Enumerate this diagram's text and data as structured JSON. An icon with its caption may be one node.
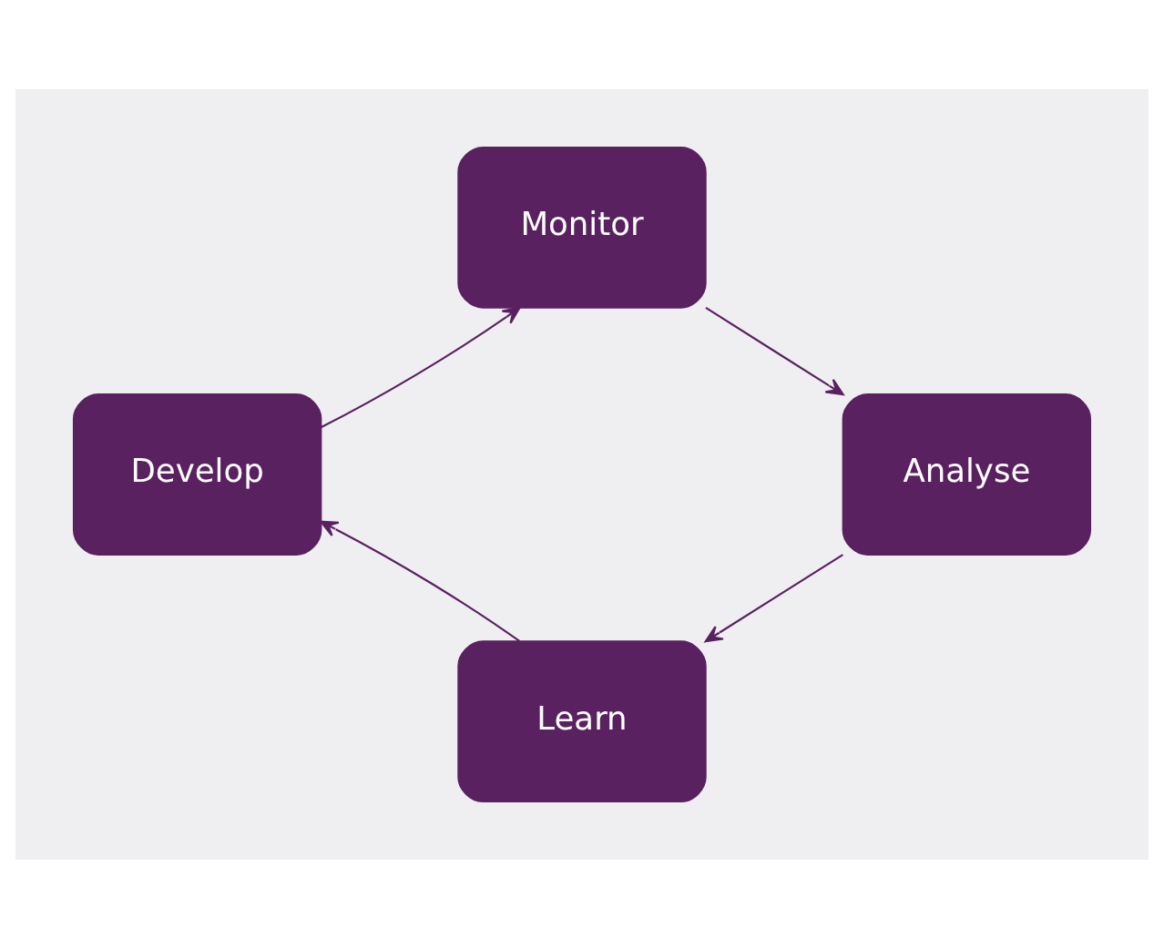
{
  "diagram": {
    "nodes": [
      {
        "text": [
          "Monitor"
        ]
      },
      {
        "text": [
          "Analyse"
        ]
      },
      {
        "text": [
          "Learn"
        ]
      },
      {
        "text": [
          "Develop"
        ]
      }
    ],
    "edges": [
      {
        "from": 0,
        "to": 1,
        "arrow": "to"
      },
      {
        "from": 1,
        "to": 2,
        "arrow": "to"
      },
      {
        "from": 2,
        "to": 3,
        "arrow": "to"
      },
      {
        "from": 3,
        "to": 0,
        "arrow": "to"
      }
    ]
  }
}
